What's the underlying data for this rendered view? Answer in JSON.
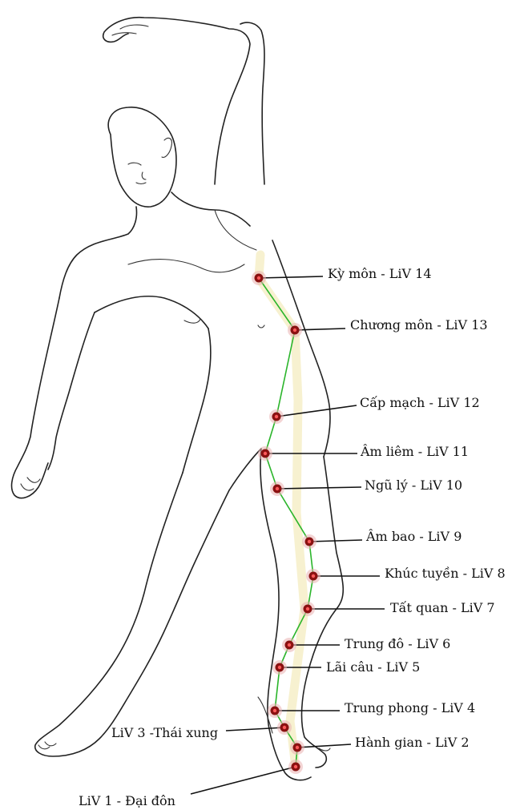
{
  "diagram": {
    "points": [
      {
        "code": "LiV 14",
        "label": "Kỳ môn - LiV 14"
      },
      {
        "code": "LiV 13",
        "label": "Chương môn - LiV 13"
      },
      {
        "code": "LiV 12",
        "label": "Cấp mạch - LiV 12"
      },
      {
        "code": "LiV 11",
        "label": "Âm liêm - LiV 11"
      },
      {
        "code": "LiV 10",
        "label": "Ngũ lý - LiV 10"
      },
      {
        "code": "LiV 9",
        "label": "Âm bao - LiV 9"
      },
      {
        "code": "LiV 8",
        "label": "Khúc tuyền - LiV 8"
      },
      {
        "code": "LiV 7",
        "label": "Tất quan - LiV 7"
      },
      {
        "code": "LiV 6",
        "label": "Trung đô - LiV 6"
      },
      {
        "code": "LiV 5",
        "label": "Lãi câu - LiV 5"
      },
      {
        "code": "LiV 4",
        "label": "Trung phong - LiV 4"
      },
      {
        "code": "LiV 3",
        "label": "LiV 3 -Thái xung"
      },
      {
        "code": "LiV 2",
        "label": "Hành gian - LiV 2"
      },
      {
        "code": "LiV 1",
        "label": "LiV 1 - Đại đôn"
      }
    ],
    "colors": {
      "meridian": "#2bb52b",
      "point": "#8a1111",
      "outline": "#222222"
    }
  }
}
